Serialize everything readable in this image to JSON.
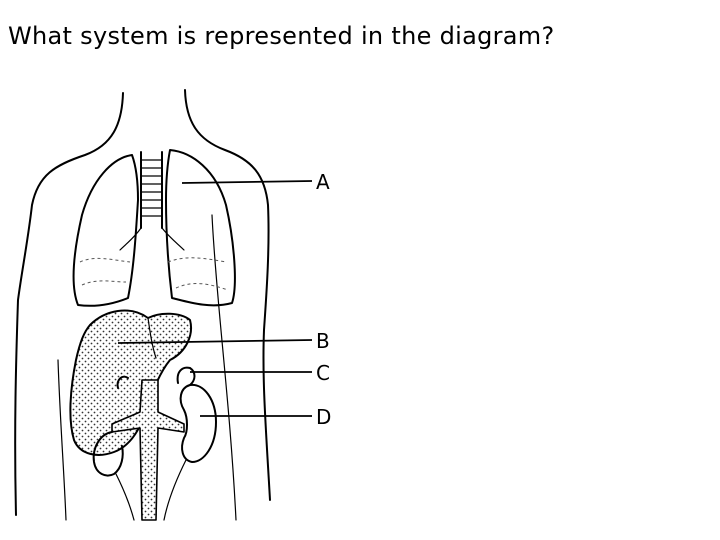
{
  "question": "What system is represented in the diagram?",
  "labels": [
    "A",
    "B",
    "C",
    "D"
  ]
}
